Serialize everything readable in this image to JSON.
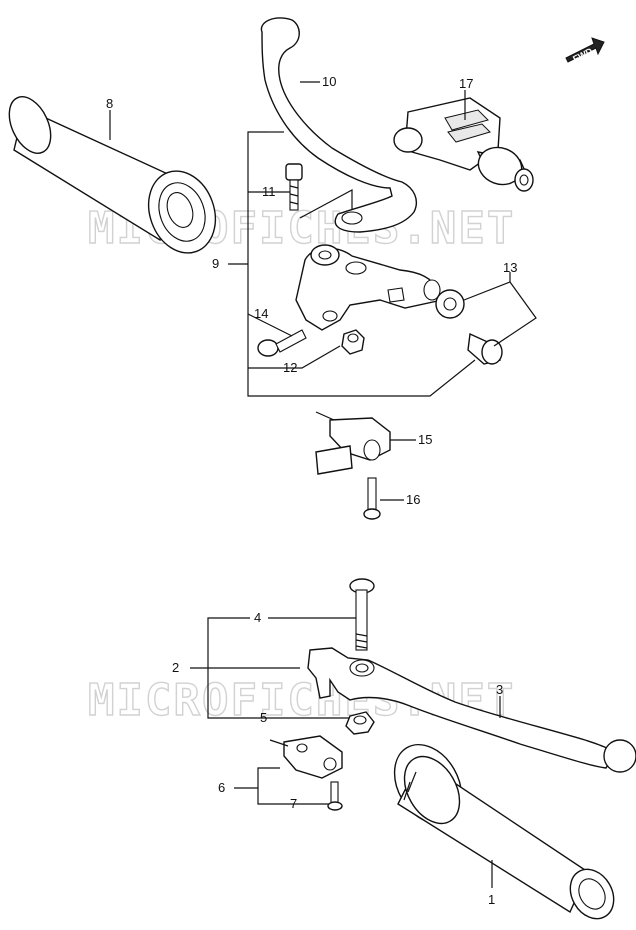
{
  "watermark": "MICROFICHES.NET",
  "direction_badge": "FWD",
  "labels": {
    "p1": "1",
    "p2": "2",
    "p3": "3",
    "p4": "4",
    "p5": "5",
    "p6": "6",
    "p7": "7",
    "p8": "8",
    "p9": "9",
    "p10": "10",
    "p11": "11",
    "p12": "12",
    "p13": "13",
    "p14": "14",
    "p15": "15",
    "p16": "16",
    "p17": "17"
  }
}
